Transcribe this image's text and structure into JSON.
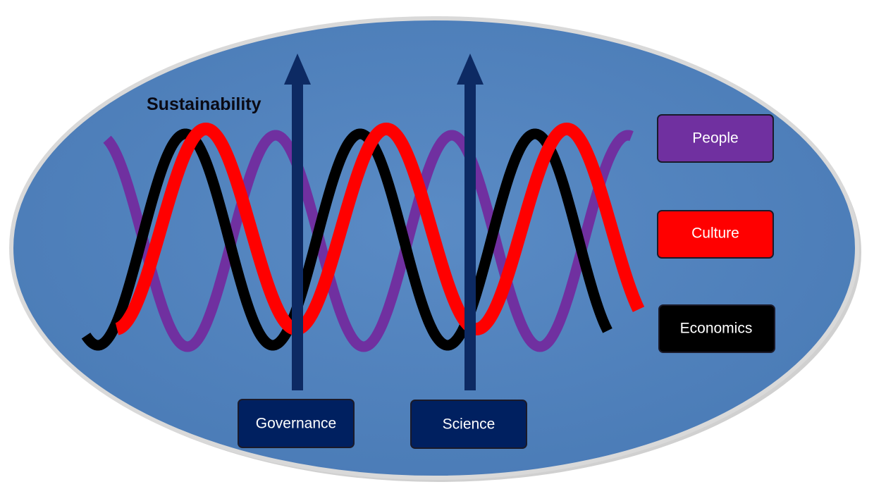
{
  "title": "Sustainability",
  "colors": {
    "background_fill": "#4f81bd",
    "outline": "#d9d9d9",
    "arrow": "#0d2a63",
    "people": "#7030a0",
    "culture": "#ff0000",
    "economics": "#000000",
    "pillar_box": "#002060"
  },
  "strands": [
    {
      "label": "People",
      "color": "#7030a0"
    },
    {
      "label": "Culture",
      "color": "#ff0000"
    },
    {
      "label": "Economics",
      "color": "#000000"
    }
  ],
  "pillars": [
    {
      "label": "Governance",
      "icon": "up-arrow-icon"
    },
    {
      "label": "Science",
      "icon": "up-arrow-icon"
    }
  ]
}
